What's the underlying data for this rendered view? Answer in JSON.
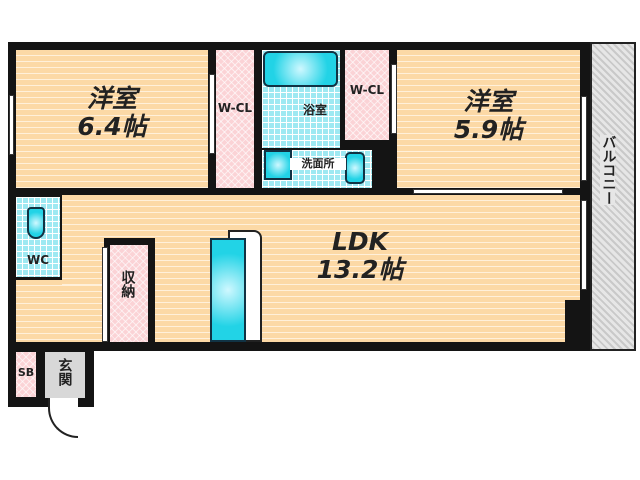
{
  "rooms": {
    "western1": {
      "name": "洋室",
      "size": "6.4帖"
    },
    "western2": {
      "name": "洋室",
      "size": "5.9帖"
    },
    "ldk": {
      "name": "LDK",
      "size": "13.2帖"
    },
    "wcl_left": "W-CL",
    "wcl_right": "W-CL",
    "bath": "浴室",
    "washroom": "洗面所",
    "toilet": "WC",
    "storage": "収納",
    "shoebox": "SB",
    "entrance": "玄関",
    "balcony": "バルコニー"
  },
  "colors": {
    "floor": "#fcd9a6",
    "closet": "#fbd3d6",
    "wet_area": "#9ee9f2",
    "wall": "#141414",
    "balcony": "#c9c9c9"
  }
}
